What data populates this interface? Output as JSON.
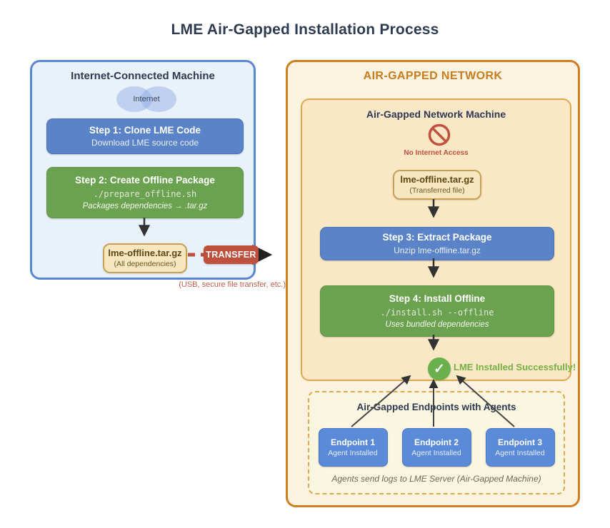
{
  "title": "LME Air-Gapped Installation Process",
  "colors": {
    "navy_text": "#2d3a52",
    "step_blue": "#5b84c8",
    "step_green": "#6ba24f",
    "endpoint_blue": "#5b8bd8",
    "file_box_bg": "#f6e7c1",
    "file_box_border": "#c9a154",
    "transfer_red": "#c0503e",
    "no_internet_red": "#c0513f",
    "orange_border": "#cd7f22",
    "orange_header": "#c87d1e",
    "success_green": "#6ab04c",
    "blue_panel_border": "#5b87d2"
  },
  "left_panel": {
    "title": "Internet-Connected Machine",
    "cloud_label": "Internet",
    "step1": {
      "title": "Step 1: Clone LME Code",
      "subtitle": "Download LME source code"
    },
    "step2": {
      "title": "Step 2: Create Offline Package",
      "code": "./prepare_offline.sh",
      "note": "Packages dependencies → .tar.gz"
    },
    "package": {
      "title": "lme-offline.tar.gz",
      "subtitle": "(All dependencies)"
    },
    "transfer_label": "TRANSFER",
    "transfer_note": "(USB, secure file transfer, etc.)"
  },
  "right_panel": {
    "title": "AIR-GAPPED NETWORK",
    "machine": {
      "title": "Air-Gapped Network Machine",
      "no_internet_label": "No Internet Access",
      "package": {
        "title": "lme-offline.tar.gz",
        "subtitle": "(Transferred file)"
      },
      "step3": {
        "title": "Step 3: Extract Package",
        "subtitle": "Unzip lme-offline.tar.gz"
      },
      "step4": {
        "title": "Step 4: Install Offline",
        "code": "./install.sh --offline",
        "note": "Uses bundled dependencies"
      },
      "success_check_glyph": "✓",
      "success_label": "LME Installed Successfully!"
    },
    "endpoints": {
      "title": "Air-Gapped Endpoints with Agents",
      "items": [
        {
          "title": "Endpoint 1",
          "subtitle": "Agent Installed"
        },
        {
          "title": "Endpoint 2",
          "subtitle": "Agent Installed"
        },
        {
          "title": "Endpoint 3",
          "subtitle": "Agent Installed"
        }
      ],
      "note": "Agents send logs to LME Server (Air-Gapped Machine)"
    }
  }
}
